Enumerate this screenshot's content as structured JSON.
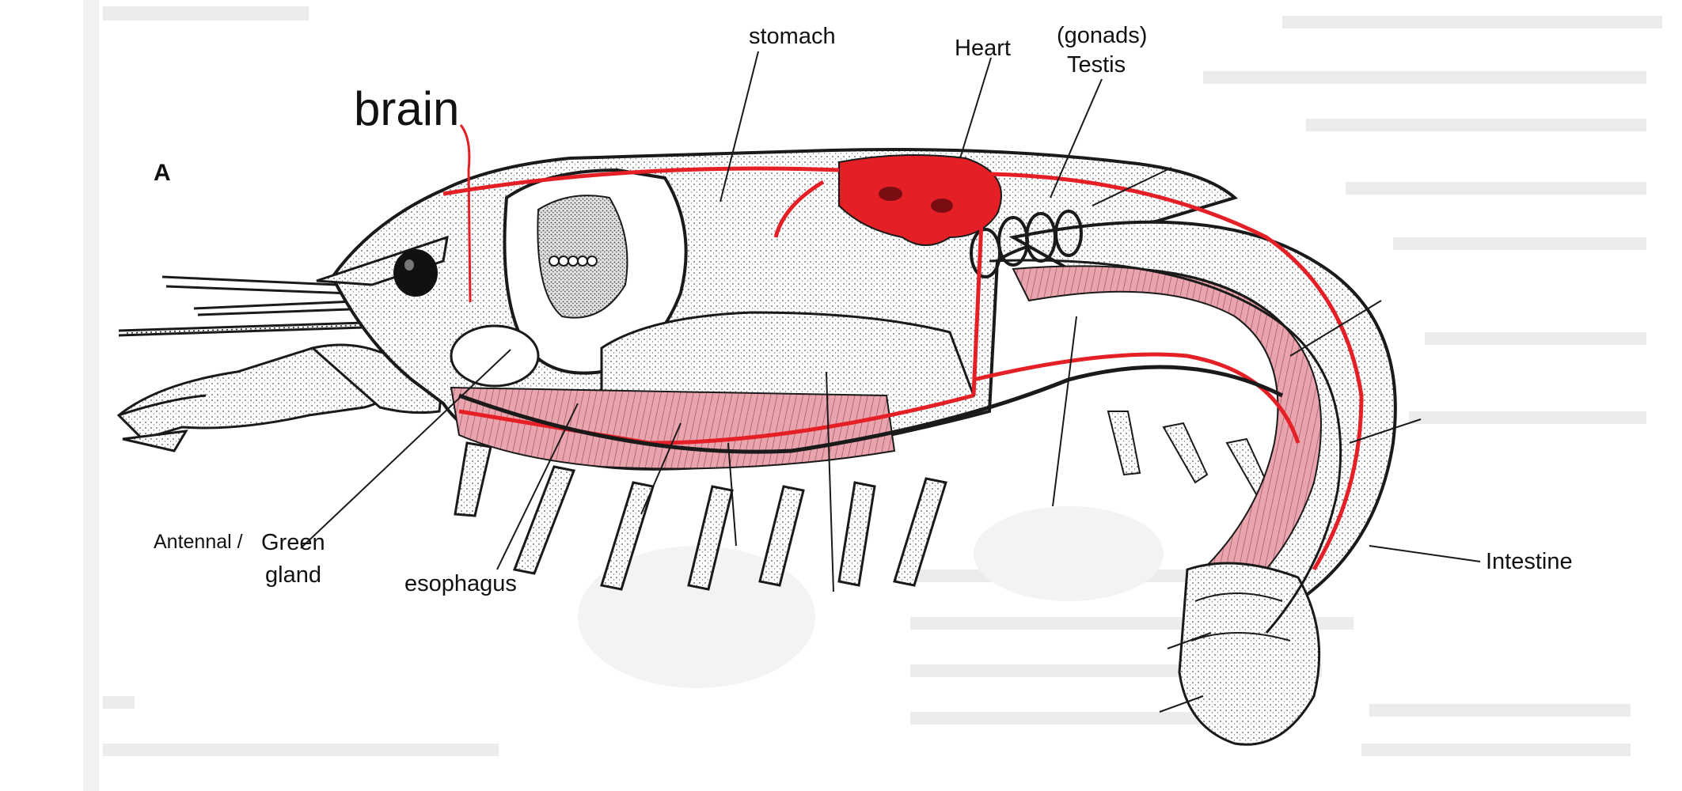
{
  "figure": {
    "panel_marker": "A",
    "labels": {
      "stomach": "stomach",
      "heart": "Heart",
      "gonads": "(gonads)",
      "testis": "Testis",
      "brain": "brain",
      "antennal_line1": "Antennal /",
      "green_line1": "Green",
      "green_line2": "gland",
      "esophagus": "esophagus",
      "intestine": "Intestine"
    },
    "colors": {
      "artery_red": "#e41f26",
      "heart_fill": "#e41f26",
      "muscle_pink": "#e8a2ab",
      "outline": "#1a1a1a",
      "stipple_gray": "#d8d8d8",
      "background_text_gray": "#e9e9e9"
    }
  }
}
